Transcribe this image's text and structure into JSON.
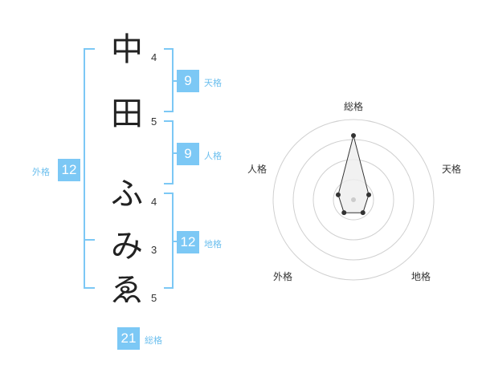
{
  "name": {
    "chars": [
      {
        "char": "中",
        "strokes": "4"
      },
      {
        "char": "田",
        "strokes": "5"
      },
      {
        "char": "ふ",
        "strokes": "4"
      },
      {
        "char": "み",
        "strokes": "3"
      },
      {
        "char": "ゑ",
        "strokes": "5"
      }
    ]
  },
  "kakusu": {
    "tenkaku": {
      "value": "9",
      "label": "天格"
    },
    "jinkaku": {
      "value": "9",
      "label": "人格"
    },
    "chikaku": {
      "value": "12",
      "label": "地格"
    },
    "gaikaku": {
      "value": "12",
      "label": "外格"
    },
    "soukaku": {
      "value": "21",
      "label": "総格"
    }
  },
  "chart_data": {
    "type": "radar",
    "axes": [
      "総格",
      "天格",
      "地格",
      "外格",
      "人格"
    ],
    "values": [
      4,
      1,
      1,
      1,
      1
    ],
    "max": 5,
    "rings": 4
  },
  "colors": {
    "accent": "#7cc8f5",
    "label": "#6cbfee",
    "radar_fill": "#eeeeee",
    "radar_stroke": "#333333"
  }
}
